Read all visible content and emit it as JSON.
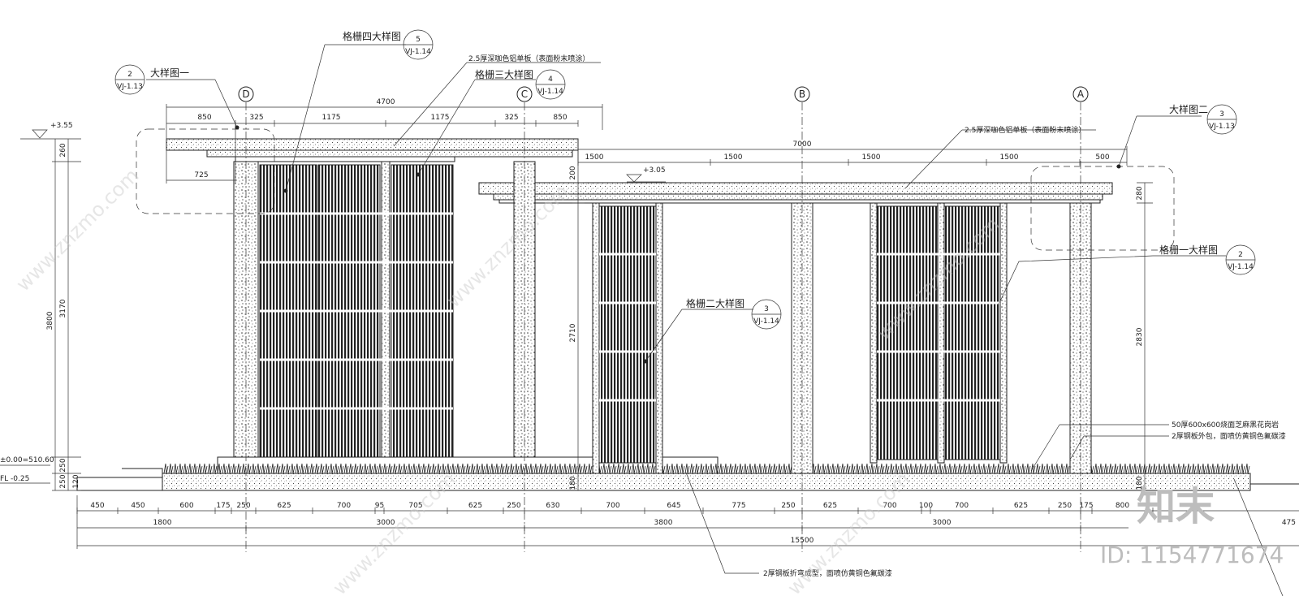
{
  "callouts": {
    "grille4": "格栅四大样图",
    "grille4_num": "5",
    "grille4_sheet": "VJ-1.14",
    "alu_top": "2.5厚深咖色铝单板（表面粉末喷涂）",
    "detail1": "大样图一",
    "detail1_num": "2",
    "detail1_sheet": "VJ-1.13",
    "grille3": "格栅三大样图",
    "grille3_num": "4",
    "grille3_sheet": "VJ-1.14",
    "alu_right": "2.5厚深咖色铝单板（表面粉末喷涂）",
    "detail2": "大样图二",
    "detail2_num": "3",
    "detail2_sheet": "VJ-1.13",
    "grille1": "格栅一大样图",
    "grille1_num": "2",
    "grille1_sheet": "VJ-1.14",
    "grille2": "格栅二大样图",
    "grille2_num": "3",
    "grille2_sheet": "VJ-1.14",
    "granite": "50厚600x600烧面芝麻黑花岗岩",
    "steel_wrap": "2厚钢板外包，面喷仿黄铜色氟碳漆",
    "steel_fold": "2厚钢板折弯成型，面喷仿黄铜色氟碳漆"
  },
  "axes": {
    "d": "D",
    "c": "C",
    "b": "B",
    "a": "A"
  },
  "levels": {
    "top": "+3.55",
    "mid": "+3.05",
    "ground": "±0.00=510.60",
    "fl": "FL -0.25"
  },
  "top_dims": {
    "overall": "4700",
    "parts": [
      "850",
      "325",
      "1175",
      "1175",
      "325",
      "850"
    ],
    "sub": "725"
  },
  "right_dims": {
    "overall": "7000",
    "parts": [
      "1500",
      "1500",
      "1500",
      "1500",
      "500"
    ]
  },
  "vertical_dims": {
    "total": "3800",
    "main": "3170",
    "top": "260",
    "mid": "200",
    "column": "2710",
    "right_main": "2830",
    "right_top": "280",
    "base1": "250",
    "base2": "250",
    "base3": "120",
    "right_base": "180"
  },
  "bottom_dims": {
    "row1": [
      "450",
      "450",
      "600",
      "175",
      "250",
      "625",
      "700",
      "95",
      "705",
      "625",
      "250",
      "630",
      "700",
      "645",
      "775",
      "250",
      "625",
      "700",
      "100",
      "700",
      "625",
      "250",
      "175",
      "800"
    ],
    "row2": [
      "1800",
      "3000",
      "3800",
      "3000"
    ],
    "row3": "15500",
    "edge_right": "475"
  },
  "watermark": {
    "brand": "知末",
    "site": "www.znzmo.com",
    "id": "ID: 1154771674"
  }
}
